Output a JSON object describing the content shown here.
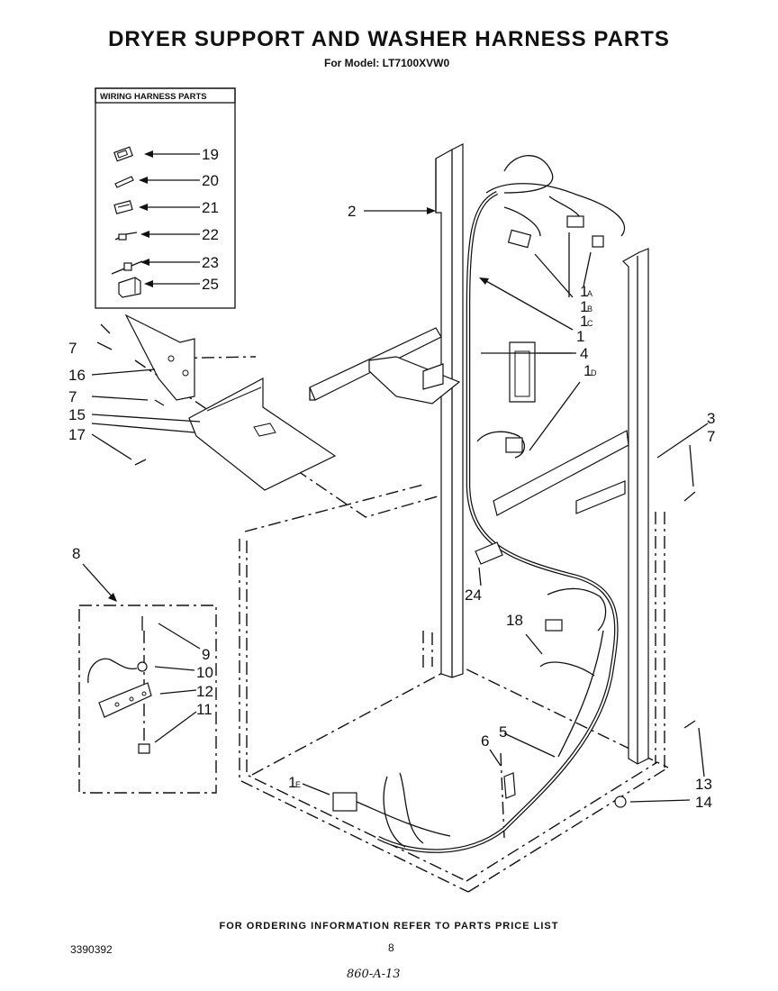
{
  "header": {
    "title": "DRYER SUPPORT AND WASHER HARNESS PARTS",
    "subtitle": "For Model: LT7100XVW0"
  },
  "inset_box": {
    "title": "WIRING HARNESS PARTS",
    "items": [
      "19",
      "20",
      "21",
      "22",
      "23",
      "25"
    ]
  },
  "callouts": {
    "c2": "2",
    "c1": "1",
    "c1a": "1",
    "c1a_sub": "A",
    "c1b": "1",
    "c1b_sub": "B",
    "c1c": "1",
    "c1c_sub": "C",
    "c1d": "1",
    "c1d_sub": "D",
    "c1e": "1",
    "c1e_sub": "E",
    "c3": "3",
    "c4": "4",
    "c5": "5",
    "c6": "6",
    "c7a": "7",
    "c7b": "7",
    "c7c": "7",
    "c8": "8",
    "c9": "9",
    "c10": "10",
    "c11": "11",
    "c12": "12",
    "c13": "13",
    "c14": "14",
    "c15": "15",
    "c16": "16",
    "c17": "17",
    "c18": "18",
    "c24": "24"
  },
  "footer": {
    "note": "FOR ORDERING INFORMATION REFER TO PARTS PRICE LIST",
    "doc_number": "3390392",
    "page": "8",
    "handwritten": "860-A-13"
  }
}
